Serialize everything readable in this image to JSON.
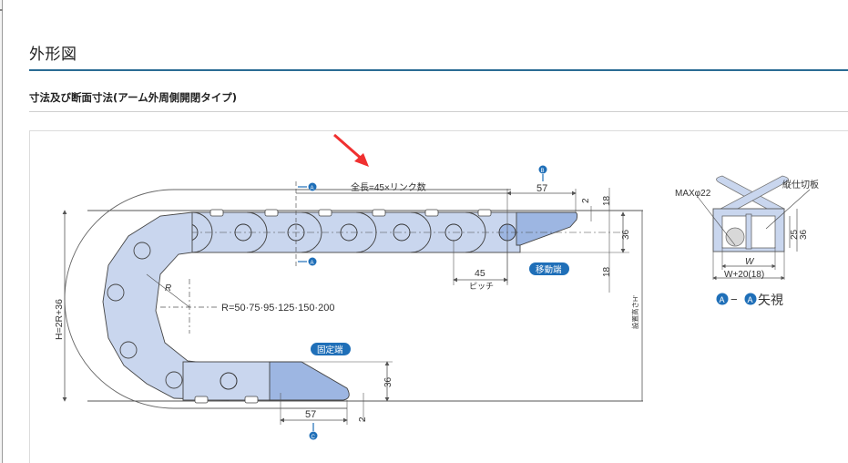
{
  "page": {
    "section_title": "外形図",
    "sub_title": "寸法及び断面寸法(アーム外周側開閉タイプ)"
  },
  "colors": {
    "accent_rule": "#2a6b94",
    "chain_fill": "#c9d6ee",
    "bracket_fill": "#9db6e2",
    "label_badge": "#1f6fb8",
    "annotation_arrow": "#f03030",
    "line": "#555555"
  },
  "drawing": {
    "total_length_label": "全長=45×リンク数",
    "top_bracket_length": "57",
    "bottom_bracket_length": "57",
    "clearance_top": "2",
    "clearance_bottom": "2",
    "offset_top": "18",
    "offset_bottom": "18",
    "chain_height": "36",
    "fixed_end_height": "36",
    "pitch_value": "45",
    "pitch_label": "ピッチ",
    "radius_symbol": "R",
    "radius_values": "R=50·75·95·125·150·200",
    "height_formula": "H=2R+36",
    "install_height_label": "設置高さH'",
    "moving_end_badge": "移動端",
    "fixed_end_badge": "固定端",
    "marker_a": "A",
    "marker_b": "B",
    "marker_c": "C"
  },
  "section_view": {
    "max_cable_label": "MAXφ22",
    "divider_label": "縦仕切板",
    "inner_height": "25",
    "outer_height": "36",
    "inner_width": "W",
    "outer_width": "W+20(18)",
    "view_label": "矢視",
    "view_dash": "−",
    "marker": "A"
  }
}
